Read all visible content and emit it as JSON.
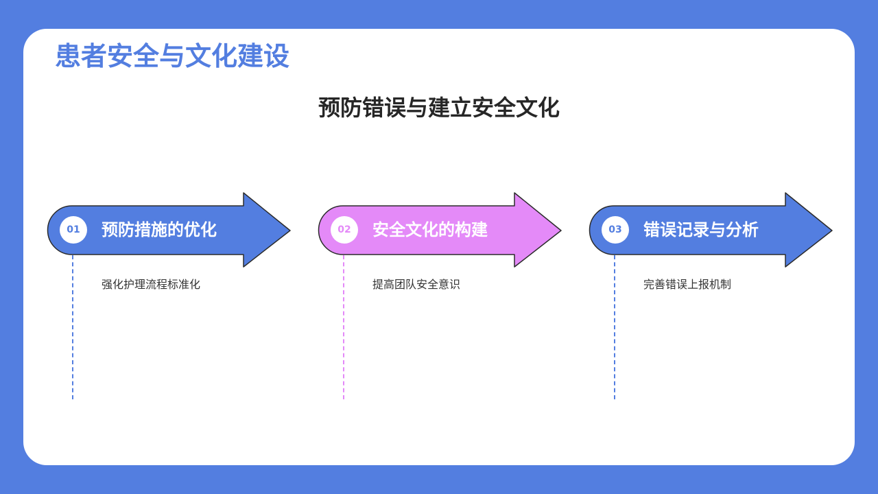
{
  "page": {
    "title": "患者安全与文化建设",
    "subtitle": "预防错误与建立安全文化"
  },
  "colors": {
    "background": "#537EE0",
    "blue": "#537EE0",
    "pink": "#E48AF8",
    "outline": "#2B2B2B"
  },
  "steps": [
    {
      "number": "01",
      "title": "预防措施的优化",
      "description": "强化护理流程标准化",
      "color": "#537EE0"
    },
    {
      "number": "02",
      "title": "安全文化的构建",
      "description": "提高团队安全意识",
      "color": "#E48AF8"
    },
    {
      "number": "03",
      "title": "错误记录与分析",
      "description": "完善错误上报机制",
      "color": "#537EE0"
    }
  ]
}
